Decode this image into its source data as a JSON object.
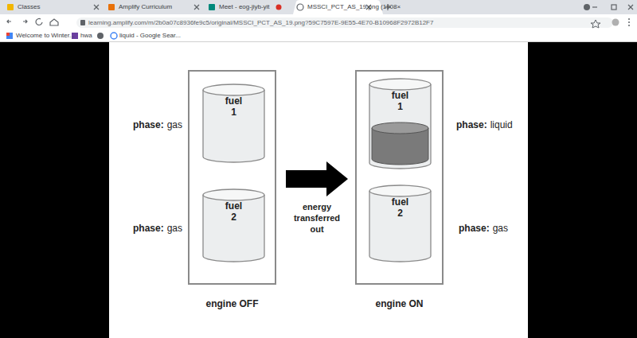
{
  "diagram": {
    "nodes": [
      {
        "text": [
          "engine OFF"
        ]
      },
      {
        "text": [
          "fuel 1"
        ],
        "in": 0
      },
      {
        "text": [
          "fuel 2"
        ],
        "in": 0
      },
      {
        "text": [
          "engine ON"
        ]
      },
      {
        "text": [
          "fuel 1"
        ],
        "in": 3
      },
      {
        "text": [
          "fuel 2"
        ],
        "in": 3
      }
    ],
    "edges": [
      {
        "from": 0,
        "to": 3,
        "arrow": "to",
        "label": "energy transferred out"
      }
    ],
    "labels": [
      "Classes",
      "Amplify Curriculum",
      "Meet - eog-jiyb-yit",
      "MSSCI_PCT_AS_19.png (1908×",
      "learning.amplify.com/m/2b0a07c8936fe9c5/original/MSSCI_PCT_AS_19.png?59C7597E-9E55-4E70-B10968F2972B12F7",
      "Welcome to Winter...",
      "hwa",
      "liquid - Google Sear...",
      "phase:",
      "gas",
      "phase:",
      "gas",
      "phase:",
      "liquid",
      "phase:",
      "gas"
    ]
  }
}
